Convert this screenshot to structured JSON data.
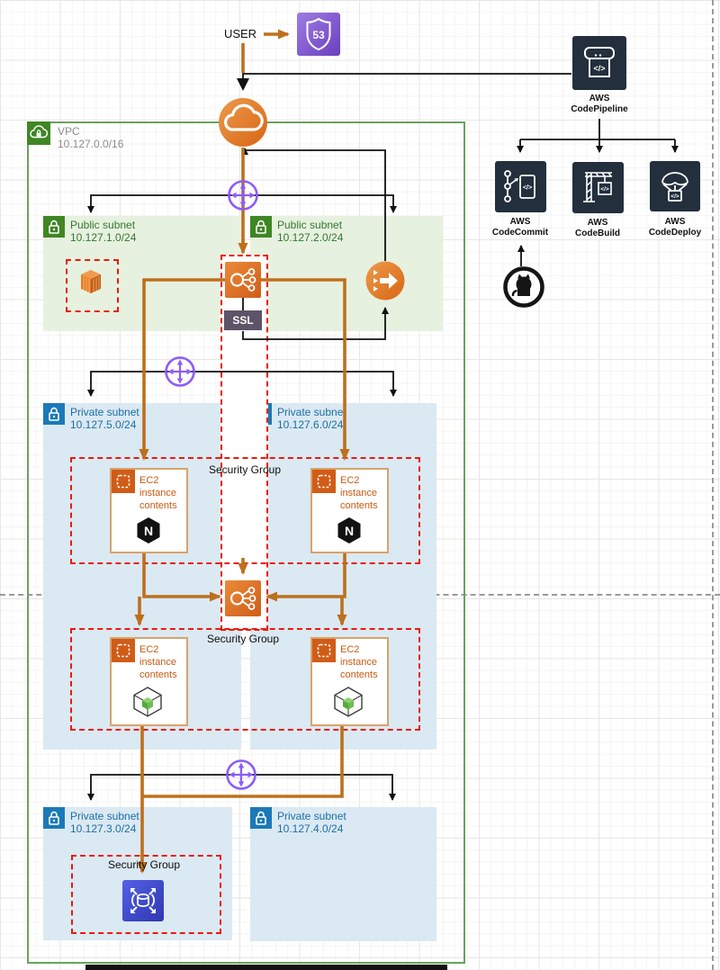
{
  "user_label": "USER",
  "ssl_label": "SSL",
  "security_group_label": "Security Group",
  "vpc": {
    "label": "VPC",
    "cidr": "10.127.0.0/16"
  },
  "subnets": [
    {
      "label": "Public subnet",
      "cidr": "10.127.1.0/24"
    },
    {
      "label": "Public subnet",
      "cidr": "10.127.2.0/24"
    },
    {
      "label": "Private subnet",
      "cidr": "10.127.5.0/24"
    },
    {
      "label": "Private subnet",
      "cidr": "10.127.6.0/24"
    },
    {
      "label": "Private subnet",
      "cidr": "10.127.3.0/24"
    },
    {
      "label": "Private subnet",
      "cidr": "10.127.4.0/24"
    }
  ],
  "ec2_contents_text": "EC2 instance contents",
  "devops": [
    {
      "l1": "AWS",
      "l2": "CodePipeline"
    },
    {
      "l1": "AWS",
      "l2": "CodeCommit"
    },
    {
      "l1": "AWS",
      "l2": "CodeBuild"
    },
    {
      "l1": "AWS",
      "l2": "CodeDeploy"
    }
  ],
  "icons": {
    "route53_number": "53",
    "nginx_letter": "N",
    "code_glyph": "</>"
  },
  "colors": {
    "orange_line": "#BD701C",
    "security_group_red": "#EB1A0C",
    "public_green": "#3F8624",
    "private_blue": "#1B79B7",
    "vpc_border_green": "#69A15E",
    "aws_dark_navy": "#232F3D",
    "router_purple": "#8C5CF6",
    "rds_blue": "#3A43C6",
    "route53_purple": "#7D57CC",
    "elb_orange": "#D86613",
    "ssl_badge_bg": "#5E5468"
  }
}
